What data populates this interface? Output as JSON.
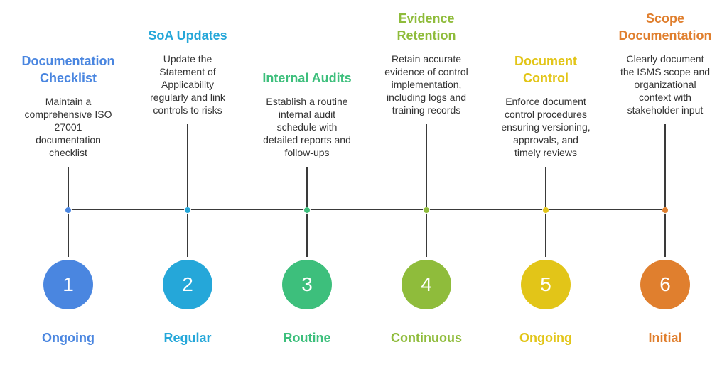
{
  "steps": [
    {
      "number": "1",
      "title": "Documentation\nChecklist",
      "description": "Maintain a\ncomprehensive ISO\n27001\ndocumentation\nchecklist",
      "frequency": "Ongoing",
      "color": "#4a86e0"
    },
    {
      "number": "2",
      "title": "SoA Updates",
      "description": "Update the\nStatement of\nApplicability\nregularly and link\ncontrols to risks",
      "frequency": "Regular",
      "color": "#25a7d9"
    },
    {
      "number": "3",
      "title": "Internal Audits",
      "description": "Establish a routine\ninternal audit\nschedule with\ndetailed reports and\nfollow-ups",
      "frequency": "Routine",
      "color": "#3dbf7c"
    },
    {
      "number": "4",
      "title": "Evidence\nRetention",
      "description": "Retain accurate\nevidence of control\nimplementation,\nincluding logs and\ntraining records",
      "frequency": "Continuous",
      "color": "#8fbc3b"
    },
    {
      "number": "5",
      "title": "Document\nControl",
      "description": "Enforce document\ncontrol procedures\nensuring versioning,\napprovals, and\ntimely reviews",
      "frequency": "Ongoing",
      "color": "#e2c518"
    },
    {
      "number": "6",
      "title": "Scope\nDocumentation",
      "description": "Clearly document\nthe ISMS scope and\norganizational\ncontext with\nstakeholder input",
      "frequency": "Initial",
      "color": "#e07f2e"
    }
  ]
}
